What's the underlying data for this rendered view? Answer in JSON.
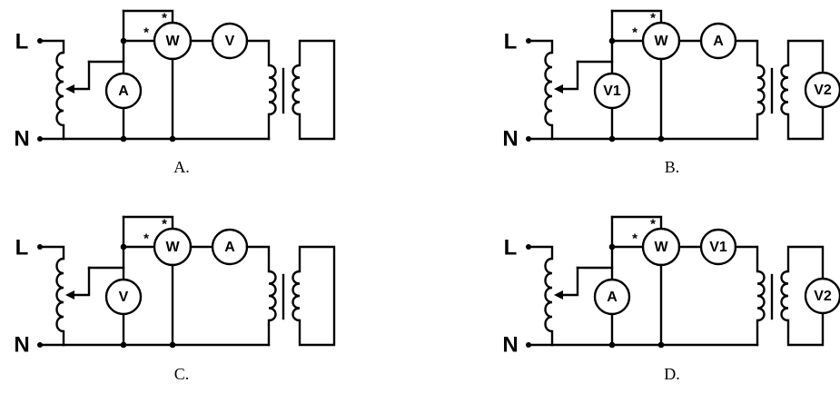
{
  "diagrams": [
    {
      "caption": "A.",
      "live_label": "L",
      "neutral_label": "N",
      "wattmeter_label": "W",
      "series_meter_label": "V",
      "shunt_meter_label": "A",
      "secondary_meter_label": "",
      "polarity_marks": [
        "*",
        "*"
      ]
    },
    {
      "caption": "B.",
      "live_label": "L",
      "neutral_label": "N",
      "wattmeter_label": "W",
      "series_meter_label": "A",
      "shunt_meter_label": "V1",
      "secondary_meter_label": "V2",
      "polarity_marks": [
        "*",
        "*"
      ]
    },
    {
      "caption": "C.",
      "live_label": "L",
      "neutral_label": "N",
      "wattmeter_label": "W",
      "series_meter_label": "A",
      "shunt_meter_label": "V",
      "secondary_meter_label": "",
      "polarity_marks": [
        "*",
        "*"
      ]
    },
    {
      "caption": "D.",
      "live_label": "L",
      "neutral_label": "N",
      "wattmeter_label": "W",
      "series_meter_label": "V1",
      "shunt_meter_label": "A",
      "secondary_meter_label": "V2",
      "polarity_marks": [
        "*",
        "*"
      ]
    }
  ]
}
